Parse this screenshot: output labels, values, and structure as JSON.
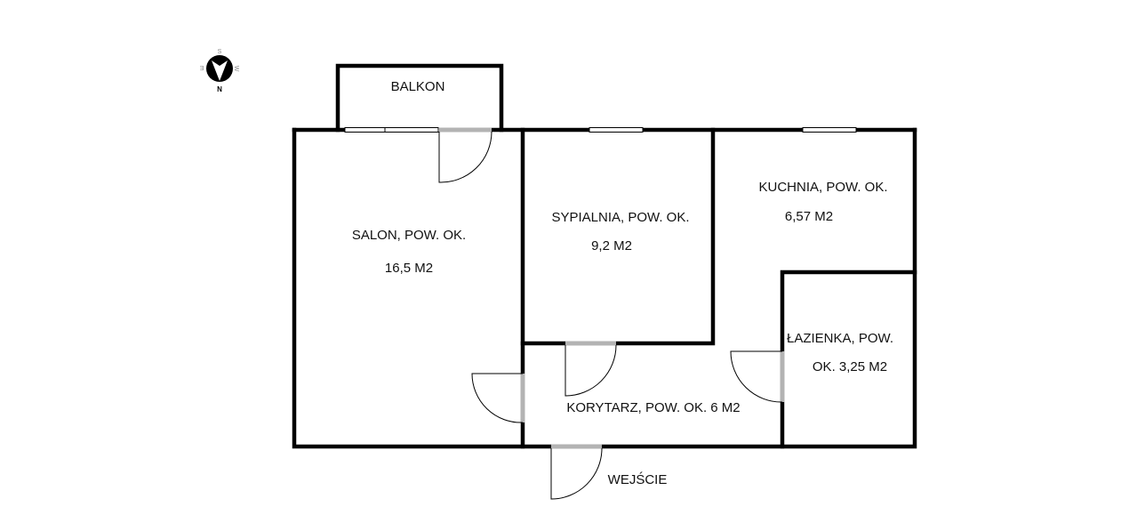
{
  "compass": {
    "n": "N",
    "s": "S",
    "e": "E",
    "w": "W"
  },
  "rooms": {
    "balkon": "BALKON",
    "salon": {
      "line1": "SALON, POW. OK.",
      "line2": "16,5 M2"
    },
    "sypialnia": {
      "line1": "SYPIALNIA, POW. OK.",
      "line2": "9,2 M2"
    },
    "kuchnia": {
      "line1": "KUCHNIA, POW. OK.",
      "line2": "6,57 M2"
    },
    "lazienka": {
      "line1": "ŁAZIENKA, POW.",
      "line2": "OK. 3,25 M2"
    },
    "korytarz": "KORYTARZ, POW. OK. 6 M2",
    "wejscie": "WEJŚCIE"
  },
  "colors": {
    "wall": "#000000",
    "door": "#b3b3b3"
  }
}
